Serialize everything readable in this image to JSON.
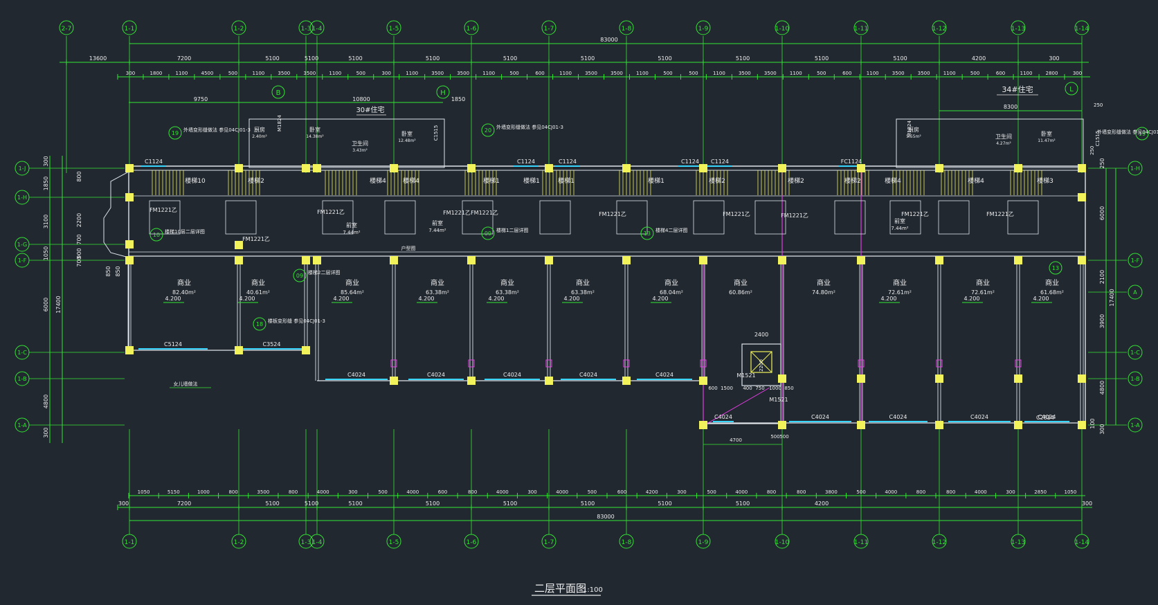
{
  "drawing": {
    "title": "二层平面图",
    "scale": "1:100",
    "colors": {
      "background": "#212830",
      "dim": "#33e633",
      "wall": "#dfe4ea",
      "column": "#f2f25a",
      "text": "#eeeeee",
      "window": "#38d6ff",
      "accent": "#e23ee2",
      "tag": "#ff5555"
    },
    "grid_top": [
      "2-7",
      "1-1",
      "1-2",
      "1-3",
      "1-4",
      "1-5",
      "1-6",
      "1-7",
      "1-8",
      "1-9",
      "1-10",
      "1-11",
      "1-12",
      "1-13",
      "1-14"
    ],
    "grid_bottom": [
      "1-1",
      "1-2",
      "1-3",
      "1-4",
      "1-5",
      "1-6",
      "1-7",
      "1-8",
      "1-9",
      "1-10",
      "1-11",
      "1-12",
      "1-13",
      "1-14"
    ],
    "grid_left": [
      "1-J",
      "1-H",
      "1-G",
      "1-F",
      "1-C",
      "1-B",
      "1-A"
    ],
    "grid_right": [
      "1-H",
      "1-F",
      "A",
      "1-C",
      "1-B",
      "1-A"
    ],
    "top_dims": {
      "total": "83000",
      "row1": [
        "13600",
        "7200",
        "5100",
        "5100",
        "5100",
        "5100",
        "5100",
        "5100",
        "5100",
        "5100",
        "5100",
        "5100",
        "4200",
        "300"
      ],
      "row2": [
        "300",
        "1800",
        "1100",
        "4500",
        "500",
        "1100",
        "3500",
        "3500",
        "1100",
        "500",
        "300",
        "1100",
        "3500",
        "3500",
        "1100",
        "500",
        "600",
        "1100",
        "3500",
        "3500",
        "1100",
        "500",
        "500",
        "1100",
        "3500",
        "3500",
        "1100",
        "500",
        "600",
        "1100",
        "3500",
        "3500",
        "1100",
        "500",
        "600",
        "1100",
        "2800",
        "300"
      ],
      "upper": [
        "9750",
        "10800",
        "1850",
        "8300",
        "250",
        "250"
      ]
    },
    "bottom_dims": {
      "row1": [
        "1050",
        "5150",
        "1000",
        "800",
        "3500",
        "800",
        "4000",
        "300",
        "500",
        "4000",
        "600",
        "800",
        "4000",
        "300",
        "4000",
        "500",
        "600",
        "4200",
        "300",
        "500",
        "4000",
        "800",
        "800",
        "3800",
        "500",
        "4000",
        "800",
        "800",
        "4000",
        "300",
        "2850",
        "1050"
      ],
      "row2": [
        "300",
        "7200",
        "5100",
        "5100",
        "5100",
        "5100",
        "5100",
        "5100",
        "5100",
        "5100",
        "4200",
        "300"
      ],
      "total": "83000"
    },
    "left_dims": [
      "300",
      "1850",
      "3100",
      "1050",
      "6000",
      "4800",
      "300",
      "17400",
      "800",
      "2200",
      "700",
      "900",
      "700",
      "850",
      "850"
    ],
    "right_dims": [
      "250",
      "6000",
      "2100",
      "3900",
      "4800",
      "17400",
      "300",
      "100"
    ],
    "rooms": {
      "shops": [
        {
          "name": "商业",
          "area": "82.40m²",
          "level": "4.200"
        },
        {
          "name": "商业",
          "area": "40.61m²",
          "level": "4.200"
        },
        {
          "name": "商业",
          "area": "85.64m²",
          "level": "4.200"
        },
        {
          "name": "商业",
          "area": "63.38m²",
          "level": "4.200"
        },
        {
          "name": "商业",
          "area": "63.38m²",
          "level": "4.200"
        },
        {
          "name": "商业",
          "area": "63.38m²",
          "level": "4.200"
        },
        {
          "name": "商业",
          "area": "68.04m²",
          "level": "4.200"
        },
        {
          "name": "商业",
          "area": "60.86m²",
          "level": ""
        },
        {
          "name": "商业",
          "area": "74.80m²",
          "level": ""
        },
        {
          "name": "商业",
          "area": "72.61m²",
          "level": "4.200"
        },
        {
          "name": "商业",
          "area": "72.61m²",
          "level": "4.200"
        },
        {
          "name": "商业",
          "area": "61.68m²",
          "level": "4.200"
        }
      ],
      "vestibules": [
        {
          "name": "前室",
          "area": "7.44m²"
        },
        {
          "name": "前室",
          "area": "7.44m²"
        },
        {
          "name": "前室",
          "area": "7.44m²"
        }
      ],
      "stairs": [
        "楼梯10",
        "楼梯2",
        "楼梯4",
        "楼梯4",
        "楼梯1",
        "楼梯1",
        "楼梯1",
        "楼梯1",
        "楼梯2",
        "楼梯2",
        "楼梯2",
        "楼梯4",
        "楼梯4",
        "楼梯3"
      ],
      "residence_30": {
        "title": "30#住宅",
        "rooms": [
          {
            "name": "厨房",
            "area": "2.40m²"
          },
          {
            "name": "卧室",
            "area": "14.38m²"
          },
          {
            "name": "卫生间",
            "area": "3.43m²"
          },
          {
            "name": "卧室",
            "area": "12.48m²"
          }
        ]
      },
      "residence_34": {
        "title": "34#住宅",
        "rooms": [
          {
            "name": "厨房",
            "area": "5.55m²"
          },
          {
            "name": "卫生间",
            "area": "4.27m²"
          },
          {
            "name": "卧室",
            "area": "11.47m²"
          }
        ]
      }
    },
    "windows_front": [
      "C5124",
      "C3524",
      "C4024",
      "C4024",
      "C4024",
      "C4024",
      "C4024",
      "C4024",
      "C4024",
      "C4024",
      "C4024",
      "C4024",
      "C2824"
    ],
    "windows_back": [
      "C1124",
      "C1124",
      "C1124",
      "C1124",
      "C1124",
      "FC1124"
    ],
    "doors": [
      "FM1221乙",
      "FM1221乙",
      "FM1221乙",
      "FM1221乙",
      "FM1221乙",
      "FM1221乙",
      "FM1221乙",
      "FM1221乙",
      "FM1221乙",
      "FM1221乙",
      "M1521",
      "M1521"
    ],
    "callouts": [
      {
        "no": "19",
        "text": "外墙变形缝做法 参见04CJ01-3"
      },
      {
        "no": "20",
        "text": "外墙变形缝做法 参见04CJ01-3"
      },
      {
        "no": "18",
        "text": "楼板变形缝 参见04CJ01-3"
      },
      {
        "no": "10",
        "text": "楼梯10层二层详图"
      },
      {
        "no": "09",
        "text": "楼梯2二层详图"
      },
      {
        "no": "09",
        "text": "楼梯1二层详图"
      },
      {
        "no": "13",
        "text": "楼梯4二层详图"
      }
    ],
    "misc_labels": [
      "卫生间",
      "户型图",
      "女儿墙做法"
    ],
    "elevator": {
      "width": "2400",
      "depth": "2200",
      "dims": [
        "1500",
        "400",
        "750",
        "1000",
        "850",
        "600",
        "4700",
        "500",
        "500"
      ]
    },
    "vertical_texts": [
      "C1515",
      "M1824",
      "C1515",
      "M1824"
    ]
  }
}
